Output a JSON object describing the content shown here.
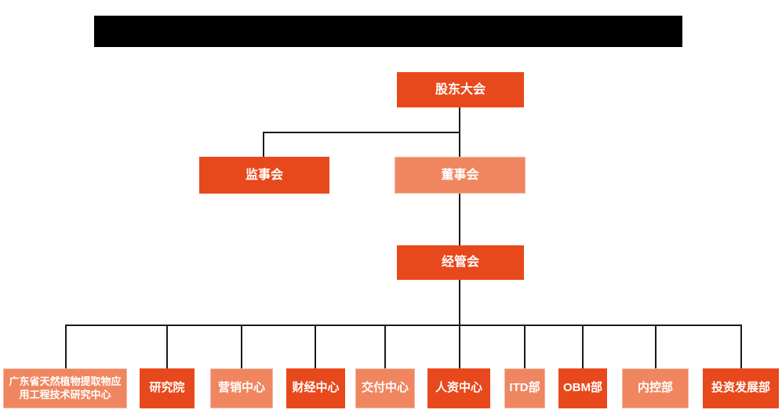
{
  "colors": {
    "primary_orange": "#E8491C",
    "secondary_orange": "#EF8660",
    "connector_line": "#1A1A1A",
    "redacted_bar": "#000000"
  },
  "org_chart": {
    "shareholders_meeting": {
      "label": "股东大会"
    },
    "supervisory_board": {
      "label": "监事会"
    },
    "board_of_directors": {
      "label": "董事会"
    },
    "management_committee": {
      "label": "经管会"
    },
    "departments": [
      {
        "label": "广东省天然植物提取物应用工程技术研究中心"
      },
      {
        "label": "研究院"
      },
      {
        "label": "营销中心"
      },
      {
        "label": "财经中心"
      },
      {
        "label": "交付中心"
      },
      {
        "label": "人资中心"
      },
      {
        "label": "ITD部"
      },
      {
        "label": "OBM部"
      },
      {
        "label": "内控部"
      },
      {
        "label": "投资发展部"
      }
    ]
  }
}
